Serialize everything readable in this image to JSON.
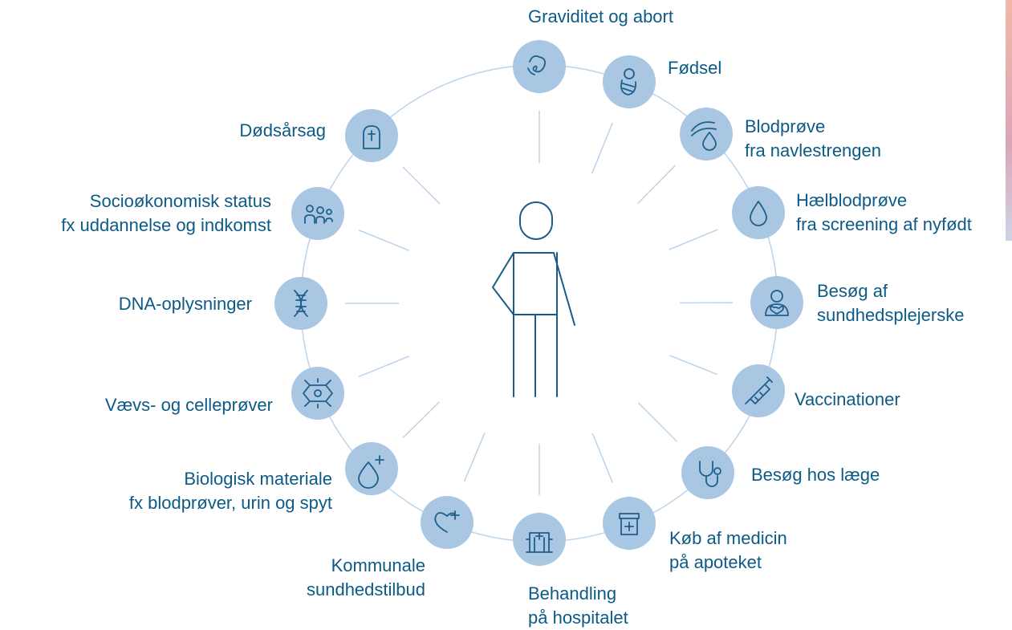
{
  "center": {
    "icon": "person-icon"
  },
  "colors": {
    "node_fill": "#a9c7e3",
    "icon_stroke": "#1f5f8b",
    "text": "#0c5a86",
    "lines": "#bcd3ea"
  },
  "nodes": [
    {
      "id": "graviditet",
      "icon": "fetus-icon",
      "lines": [
        "Graviditet og abort"
      ]
    },
    {
      "id": "fodsel",
      "icon": "baby-icon",
      "lines": [
        "Fødsel"
      ]
    },
    {
      "id": "blodprove-navle",
      "icon": "umbilical-drop-icon",
      "lines": [
        "Blodprøve",
        "fra navlestrengen"
      ]
    },
    {
      "id": "haelblodprove",
      "icon": "drop-icon",
      "lines": [
        "Hælblodprøve",
        "fra screening af nyfødt"
      ]
    },
    {
      "id": "sundhedsplejerske",
      "icon": "nurse-icon",
      "lines": [
        "Besøg af",
        "sundhedsplejerske"
      ]
    },
    {
      "id": "vaccinationer",
      "icon": "syringe-icon",
      "lines": [
        "Vaccinationer"
      ]
    },
    {
      "id": "laege",
      "icon": "stethoscope-icon",
      "lines": [
        "Besøg hos læge"
      ]
    },
    {
      "id": "medicin",
      "icon": "medicine-box-icon",
      "lines": [
        "Køb af medicin",
        "på apoteket"
      ]
    },
    {
      "id": "hospital",
      "icon": "hospital-icon",
      "lines": [
        "Behandling",
        "på hospitalet"
      ]
    },
    {
      "id": "kommunale",
      "icon": "heart-plus-icon",
      "lines": [
        "Kommunale",
        "sundhedstilbud"
      ]
    },
    {
      "id": "biologisk",
      "icon": "drop-plus-icon",
      "lines": [
        "Biologisk materiale",
        "fx blodprøver, urin og spyt"
      ]
    },
    {
      "id": "vaevs",
      "icon": "cell-icon",
      "lines": [
        "Vævs- og celleprøver"
      ]
    },
    {
      "id": "dna",
      "icon": "dna-icon",
      "lines": [
        "DNA-oplysninger"
      ]
    },
    {
      "id": "socio",
      "icon": "people-icon",
      "lines": [
        "Socioøkonomisk status",
        "fx uddannelse og indkomst"
      ]
    },
    {
      "id": "dodsarsag",
      "icon": "tombstone-icon",
      "lines": [
        "Dødsårsag"
      ]
    }
  ]
}
